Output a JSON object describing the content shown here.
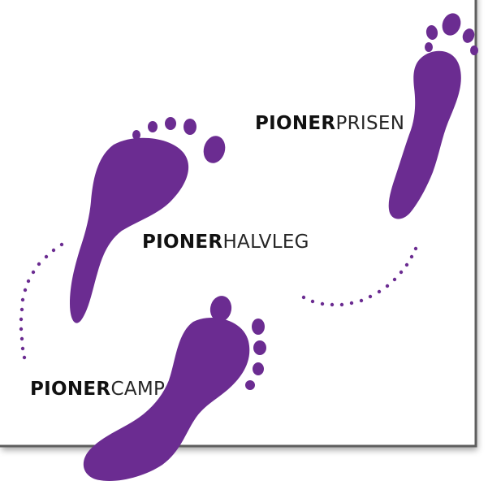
{
  "colors": {
    "footprint": "#6b2c91",
    "frame_border": "#5e5e5e",
    "text": "#1c1c1c"
  },
  "labels": {
    "prisen": {
      "bold": "PIONER",
      "regular": "PRISEN"
    },
    "halvleg": {
      "bold": "PIONER",
      "regular": "HALVLEG"
    },
    "camp": {
      "bold": "PIONER",
      "regular": "CAMP"
    }
  }
}
